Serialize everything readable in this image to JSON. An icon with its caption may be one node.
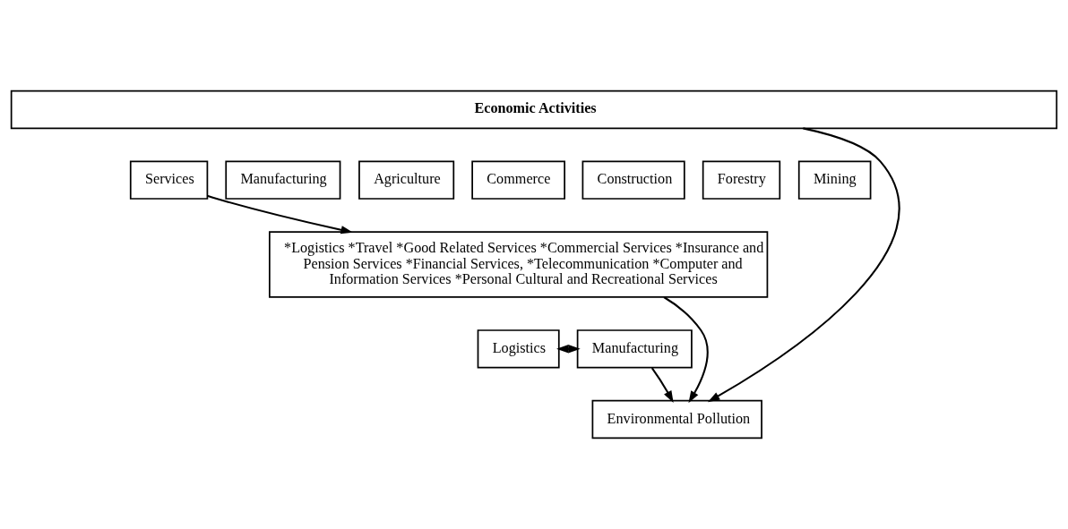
{
  "diagram": {
    "nodes": [
      {
        "text": [
          "Economic Activities"
        ]
      },
      {
        "text": [
          "Services"
        ]
      },
      {
        "text": [
          "Manufacturing"
        ]
      },
      {
        "text": [
          "Agriculture"
        ]
      },
      {
        "text": [
          "Commerce"
        ]
      },
      {
        "text": [
          "Construction"
        ]
      },
      {
        "text": [
          "Forestry"
        ]
      },
      {
        "text": [
          "Mining"
        ]
      },
      {
        "text": [
          "*Logistics *Travel *Good Related Services *Commercial Services *Insurance and Pension Services *Financial Services, *Telecommunication *Computer and Information Services *Personal Cultural and Recreational Services"
        ]
      },
      {
        "text": [
          "Logistics"
        ]
      },
      {
        "text": [
          "Manufacturing"
        ]
      },
      {
        "text": [
          "Environmental Pollution"
        ]
      }
    ],
    "edges": [
      {
        "from": 1,
        "to": 8,
        "arrow": "to"
      },
      {
        "from": 0,
        "to": 11,
        "arrow": "to"
      },
      {
        "from": 8,
        "to": 11,
        "arrow": "to"
      },
      {
        "from": 9,
        "to": 10,
        "arrow": "both"
      },
      {
        "from": 10,
        "to": 11,
        "arrow": "to"
      }
    ]
  }
}
